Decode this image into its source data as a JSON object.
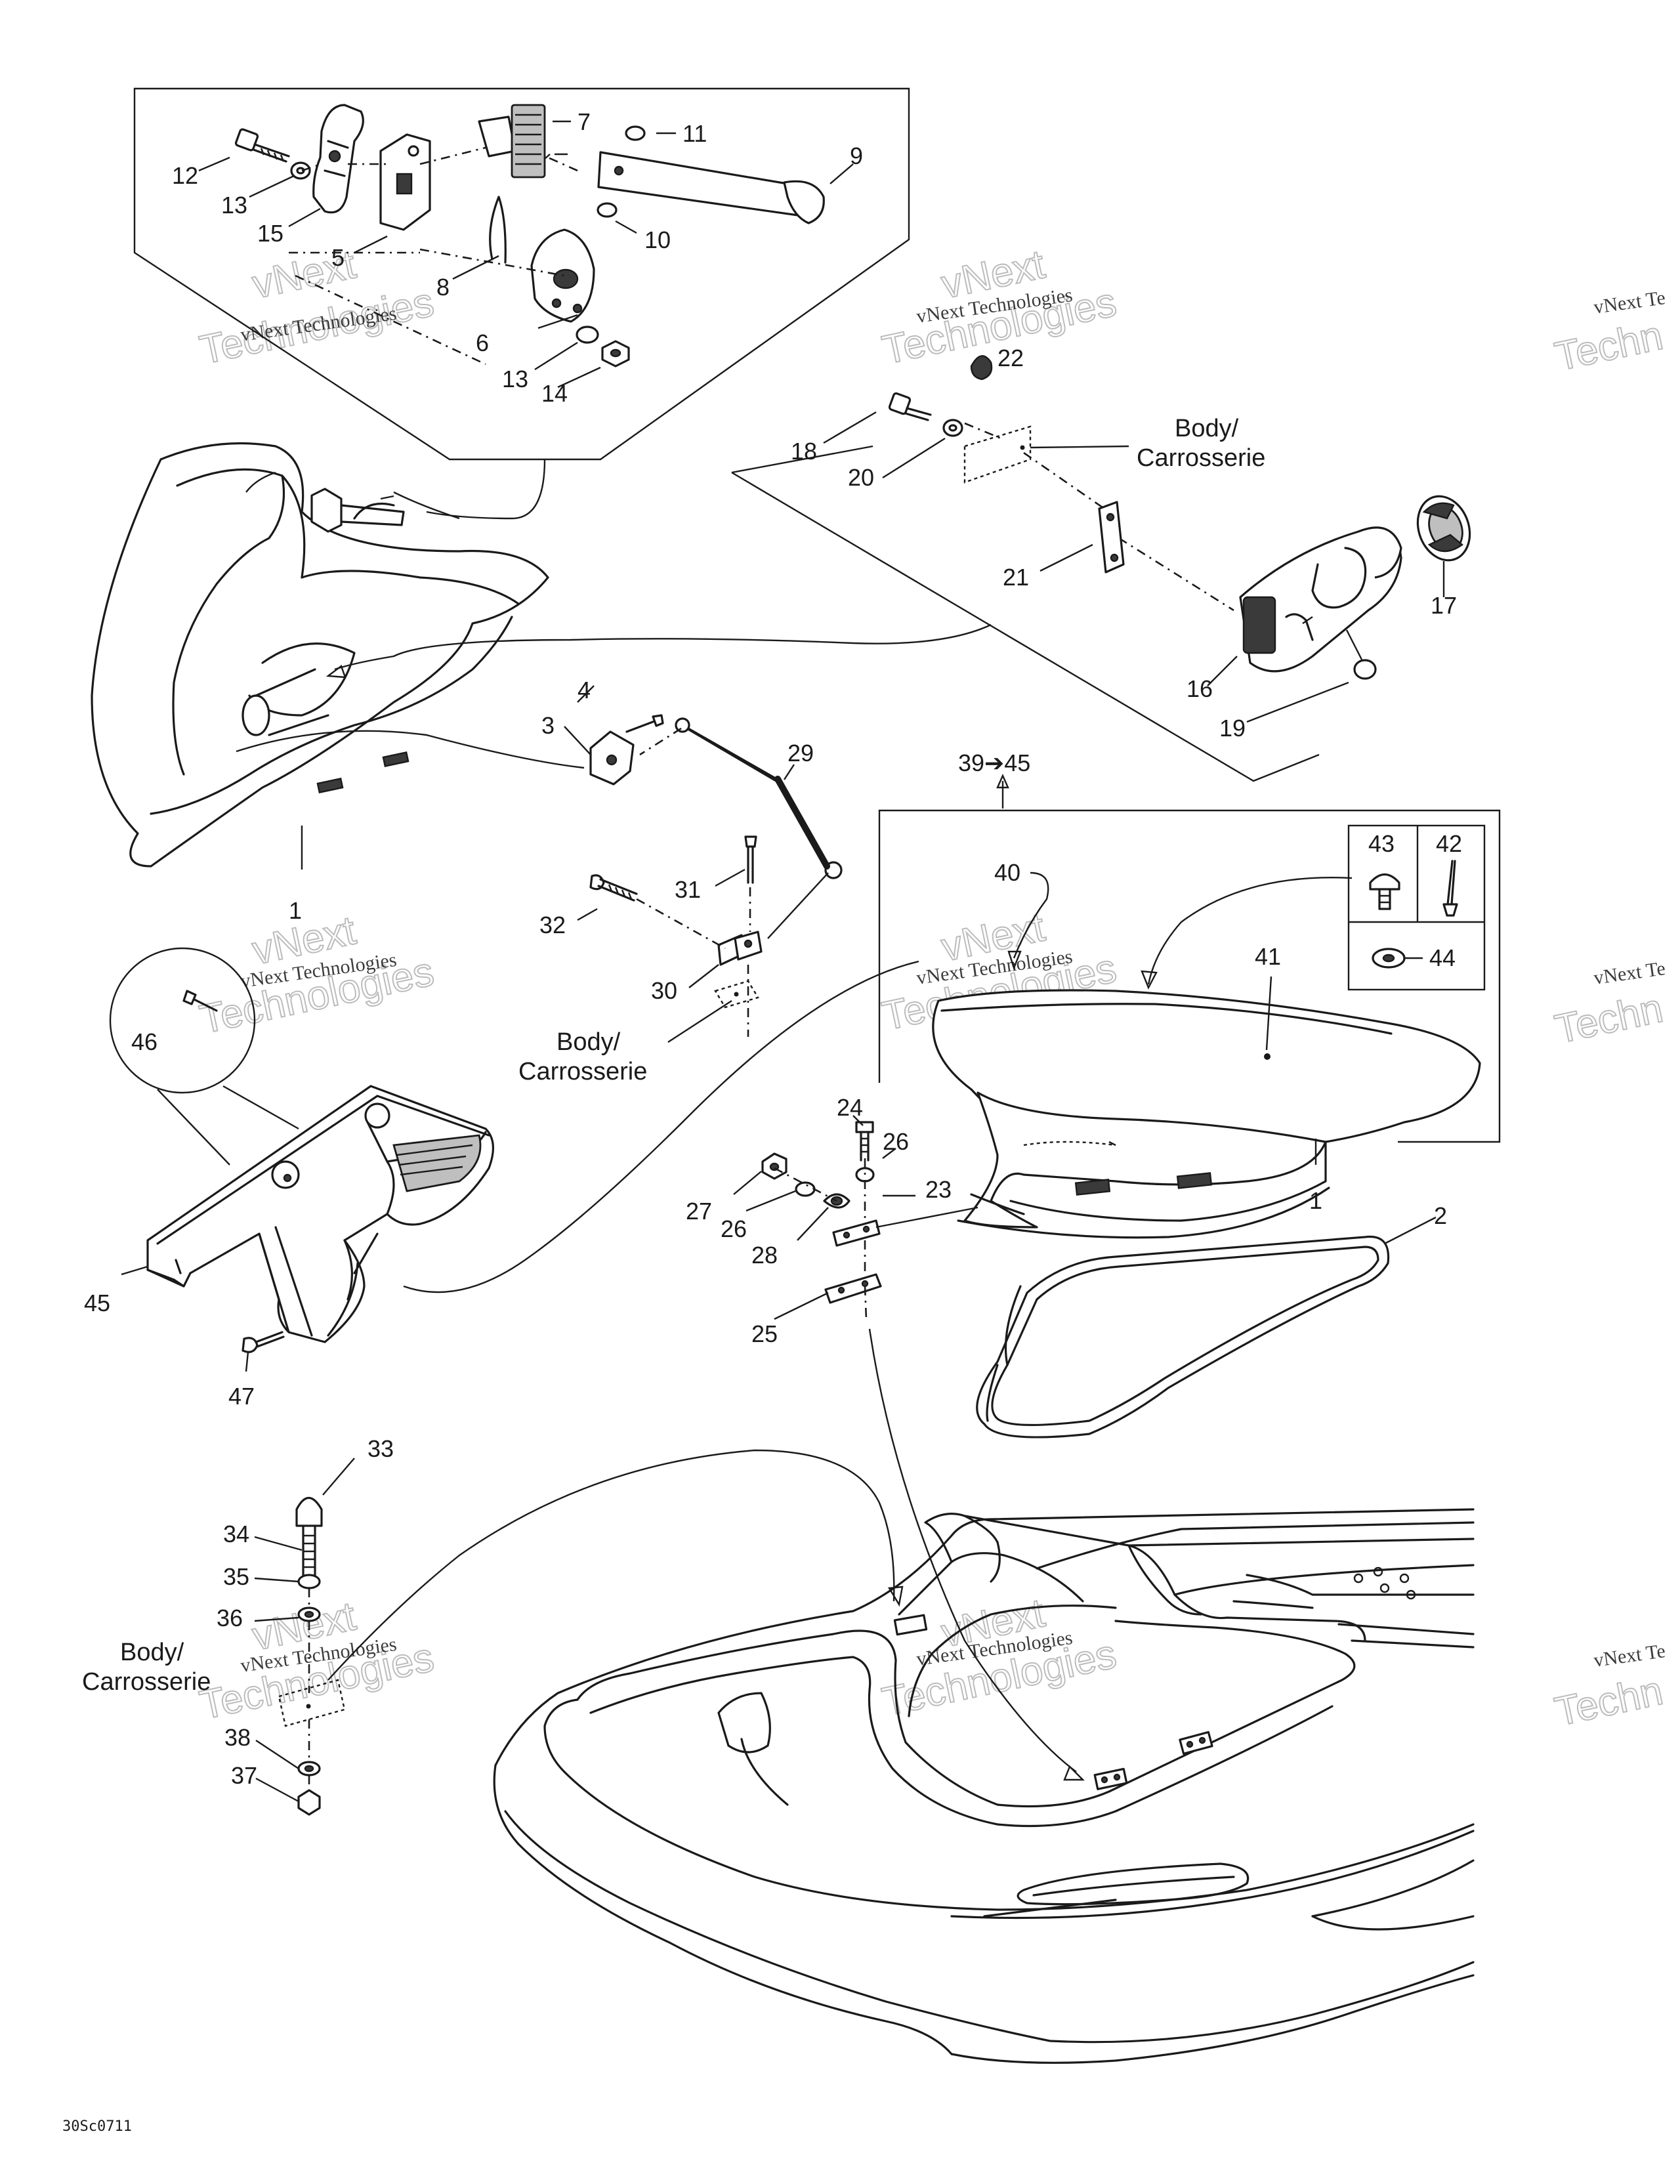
{
  "labels": {
    "n1": "1",
    "n2": "2",
    "n3": "3",
    "n4": "4",
    "n5": "5",
    "n6": "6",
    "n7": "7",
    "n8": "8",
    "n9": "9",
    "n10": "10",
    "n11": "11",
    "n12": "12",
    "n13": "13",
    "n14": "14",
    "n15": "15",
    "n16": "16",
    "n17": "17",
    "n18": "18",
    "n19": "19",
    "n20": "20",
    "n21": "21",
    "n22": "22",
    "n23": "23",
    "n24": "24",
    "n25": "25",
    "n26": "26",
    "n27": "27",
    "n28": "28",
    "n29": "29",
    "n30": "30",
    "n31": "31",
    "n32": "32",
    "n33": "33",
    "n34": "34",
    "n35": "35",
    "n36": "36",
    "n37": "37",
    "n38": "38",
    "n39_45": "39➔45",
    "n40": "40",
    "n41": "41",
    "n42": "42",
    "n43": "43",
    "n44": "44",
    "n45": "45",
    "n46": "46",
    "n47": "47"
  },
  "body_label": {
    "line1": "Body/",
    "line2": "Carrosserie"
  },
  "watermark": {
    "line1": "vNext Technologies",
    "line2": "vNext",
    "line3": "Technologies",
    "partial1": "vNext Te",
    "partial2": "Techn"
  },
  "figure_ref": "30Sc0711"
}
